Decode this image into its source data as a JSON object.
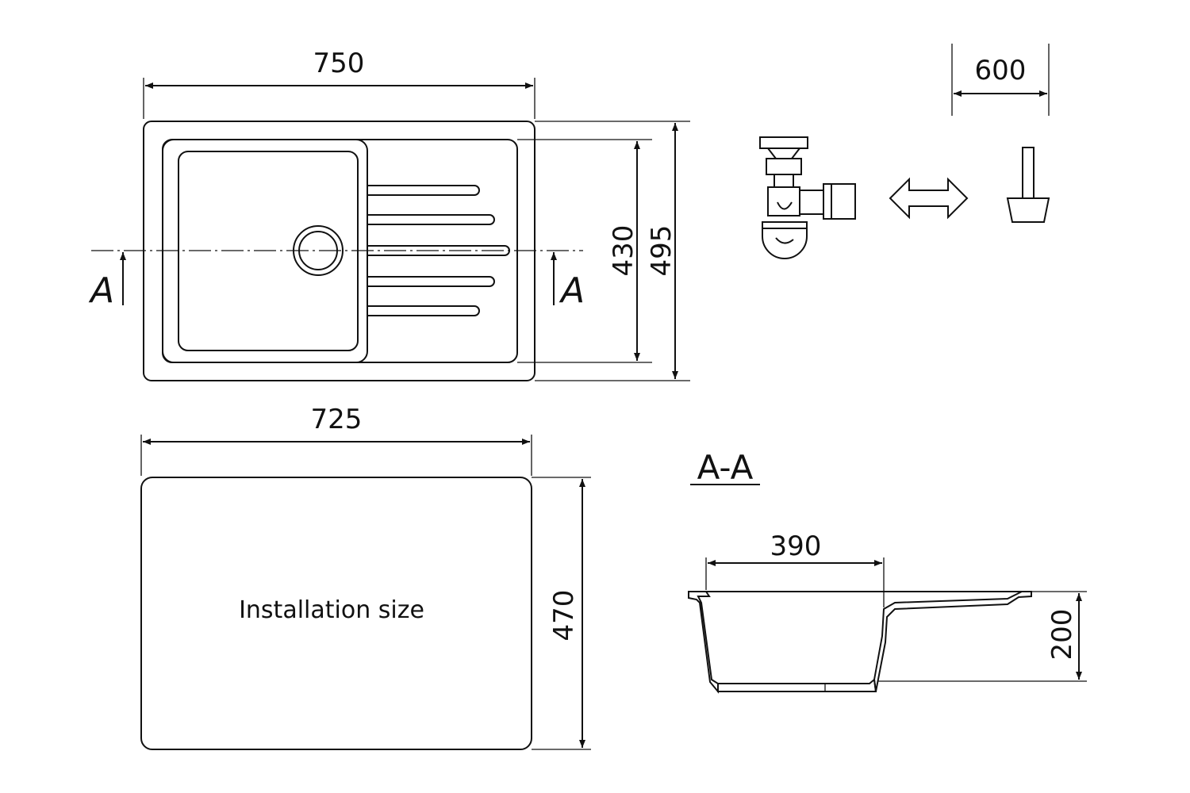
{
  "top_view": {
    "width_label": "750",
    "inner_height_label": "430",
    "outer_height_label": "495",
    "section_mark_left": "A",
    "section_mark_right": "A"
  },
  "installation": {
    "width_label": "725",
    "height_label": "470",
    "caption": "Installation size"
  },
  "section": {
    "title": "A-A",
    "bowl_width_label": "390",
    "depth_label": "200"
  },
  "siphon": {
    "cabinet_width_label": "600"
  }
}
